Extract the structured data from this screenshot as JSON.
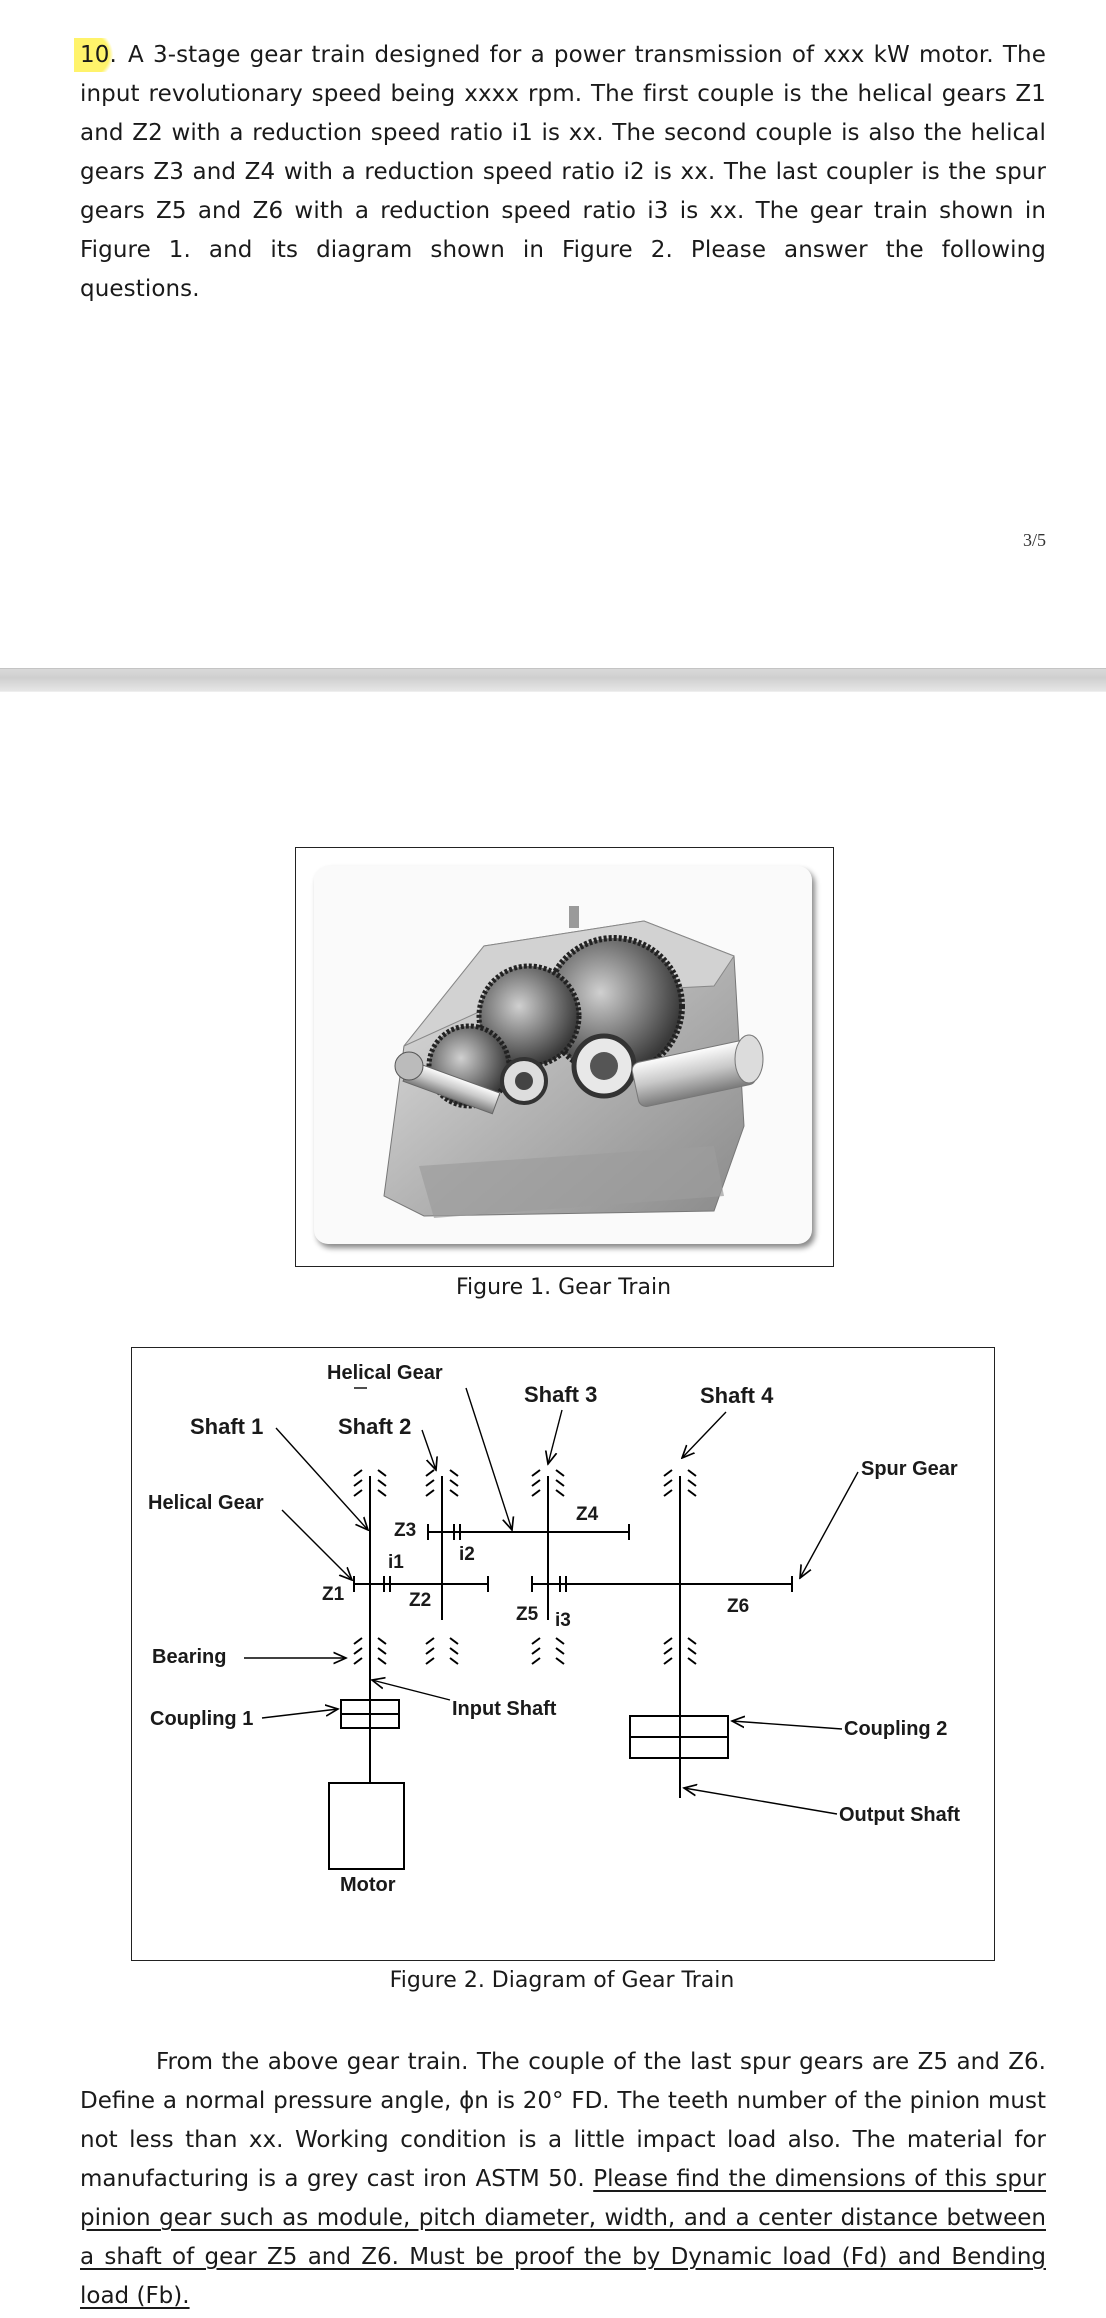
{
  "question": {
    "number": "10.",
    "text": "A 3-stage gear train designed for a power transmission of xxx kW motor. The input revolutionary speed being xxxx rpm. The first couple is the helical gears Z1 and Z2 with a reduction speed ratio i1 is xx. The second couple is also the helical gears Z3 and Z4 with a reduction speed ratio i2 is xx. The last coupler is the spur gears Z5 and Z6 with a reduction speed ratio i3 is xx. The gear train shown in Figure 1. and its diagram shown in Figure 2.  Please answer the following questions."
  },
  "page_number": "3/5",
  "figure1": {
    "caption": "Figure 1. Gear Train"
  },
  "figure2": {
    "caption": "Figure 2. Diagram of Gear Train",
    "labels": {
      "helical_gear_top": "Helical Gear",
      "shaft1": "Shaft 1",
      "shaft2": "Shaft 2",
      "shaft3": "Shaft 3",
      "shaft4": "Shaft 4",
      "spur_gear": "Spur Gear",
      "helical_gear_left": "Helical Gear",
      "z3": "Z3",
      "z4": "Z4",
      "i2": "i2",
      "i1": "i1",
      "z1": "Z1",
      "z2": "Z2",
      "z5": "Z5",
      "i3": "i3",
      "z6": "Z6",
      "bearing": "Bearing",
      "input_shaft": "Input Shaft",
      "coupling1": "Coupling 1",
      "coupling2": "Coupling 2",
      "output_shaft": "Output Shaft",
      "motor": "Motor"
    }
  },
  "paragraph2": {
    "plain": "From the above gear train. The couple of the last spur gears are Z5 and Z6. Define a normal pressure angle, ϕn is 20° FD. The teeth number of the pinion must not less than xx. Working condition is a little impact load also. The material for manufacturing is a grey cast iron ASTM 50. ",
    "underlined": "Please find the dimensions of this spur pinion gear such as module, pitch diameter, width, and a center distance between a shaft of gear Z5 and Z6. Must be proof the by Dynamic load (Fd) and Bending load (Fb)."
  }
}
